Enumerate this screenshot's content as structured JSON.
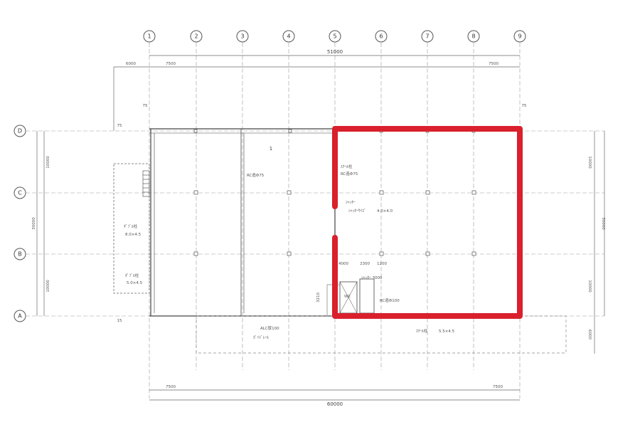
{
  "grid": {
    "columns": [
      "1",
      "2",
      "3",
      "4",
      "5",
      "6",
      "7",
      "8",
      "9"
    ],
    "rows": [
      "D",
      "C",
      "B",
      "A"
    ]
  },
  "dimensions": {
    "top_total": "51000",
    "top_left_outer": "6000",
    "top_left_bay": "7500",
    "top_right_bay": "7500",
    "bottom_total": "60000",
    "bottom_left_bay": "7500",
    "bottom_right_bay": "7500",
    "left_total": "30000",
    "left_bay_1": "10000",
    "left_bay_3": "10000",
    "right_total": "30000",
    "right_bay_1": "10000",
    "right_bay_3": "10000",
    "right_outer_bottom": "6000",
    "offset_top_left": "75",
    "offset_top_right": "75",
    "offset_left_top": "75",
    "offset_left_bottom": "15",
    "door_a": "4000",
    "door_b": "2300",
    "door_c": "1200",
    "door_d": "3210"
  },
  "labels": {
    "room_number": "1",
    "note_left_col": "ﾀﾞﾌﾞﾙ柱",
    "note_left_col_2": "8.0×4.5",
    "note_left_lower": "ﾀﾞﾌﾞﾙ柱",
    "note_left_lower_2": "5.0×4.5",
    "note_mid": "RC造Φ75",
    "note_red_1": "ｽﾁｰﾙ柱",
    "note_red_2": "RC造Φ75",
    "note_door_1": "ｼｬｯﾀｰ",
    "note_door_2": "ｼｬｯﾀｰｻｲｽﾞ",
    "note_door_size": "4.0×4.0",
    "note_shutter": "ｼｬｯﾀｰ 3000",
    "note_wc": "WC",
    "note_wc_2": "RC造Φ100",
    "note_bottom_wall": "ALC厚100",
    "note_bottom_right": "ｽﾁｰﾙ柱",
    "note_bottom_right_size": "5.5×4.5",
    "note_bottom_left": "ｶﾞｲﾄﾞﾚｰﾙ"
  },
  "colors": {
    "highlight": "#d9202c",
    "line": "#555555"
  }
}
